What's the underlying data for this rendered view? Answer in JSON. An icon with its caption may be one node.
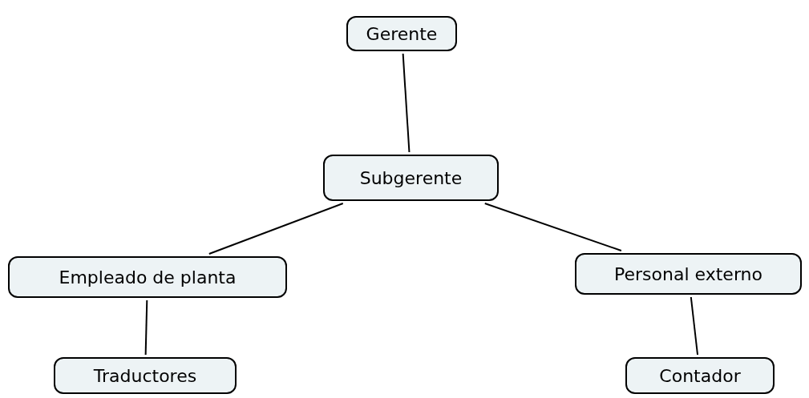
{
  "diagram": {
    "nodes": [
      {
        "text": [
          "Gerente"
        ]
      },
      {
        "text": [
          "Subgerente"
        ]
      },
      {
        "text": [
          "Empleado de planta"
        ]
      },
      {
        "text": [
          "Personal externo"
        ]
      },
      {
        "text": [
          "Traductores"
        ]
      },
      {
        "text": [
          "Contador"
        ]
      }
    ],
    "edges": [
      {
        "from": 0,
        "to": 1,
        "arrow": "none"
      },
      {
        "from": 1,
        "to": 2,
        "arrow": "none"
      },
      {
        "from": 1,
        "to": 3,
        "arrow": "none"
      },
      {
        "from": 2,
        "to": 4,
        "arrow": "none"
      },
      {
        "from": 3,
        "to": 5,
        "arrow": "none"
      }
    ]
  }
}
